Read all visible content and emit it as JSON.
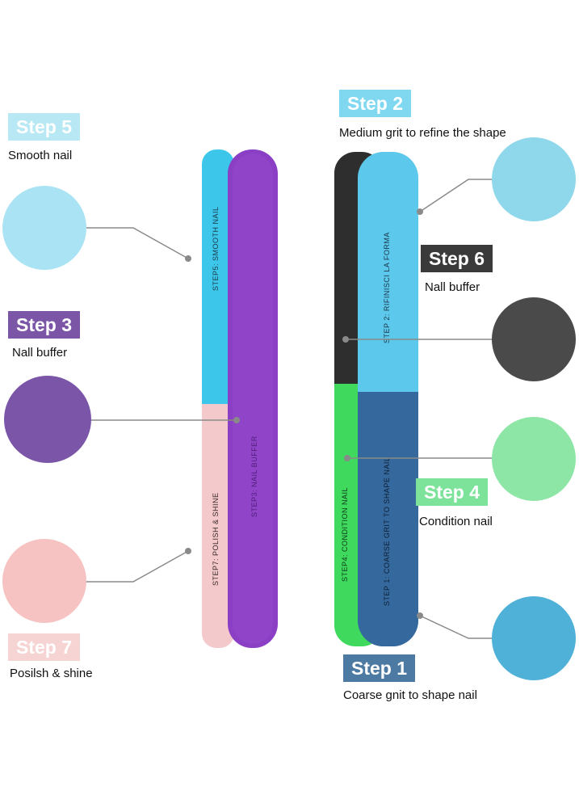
{
  "labels": {
    "step5": {
      "badge": "Step 5",
      "caption": "Smooth nail"
    },
    "step3": {
      "badge": "Step 3",
      "caption": "Nall buffer"
    },
    "step7": {
      "badge": "Step 7",
      "caption": "Posilsh & shine"
    },
    "step2": {
      "badge": "Step 2",
      "caption": "Medium grit to refine the shape"
    },
    "step6": {
      "badge": "Step 6",
      "caption": "Nall buffer"
    },
    "step4": {
      "badge": "Step 4",
      "caption": "Condition nail"
    },
    "step1": {
      "badge": "Step 1",
      "caption": "Coarse gnit to shape nail"
    }
  },
  "file_text": {
    "left_blue": "STEP5: SMOOTH NAIL",
    "left_pink": "STEP7: POLISH & SHINE",
    "left_purple": "STEP3: NAIL BUFFER",
    "right_blue": "STEP 2: RIFINISCI LA FORMA",
    "right_navy": "STEP 1: COARSE GRIT TO SHAPE NAIL",
    "right_green": "STEP4: CONDITION NAIL"
  },
  "colors": {
    "step5": "#5fd0ee",
    "step3": "#7c56a6",
    "step7": "#f5c9c9",
    "step2": "#5fd0ee",
    "step6": "#3a3a3a",
    "step4": "#5fd67e",
    "step1": "#4d7aa3"
  }
}
